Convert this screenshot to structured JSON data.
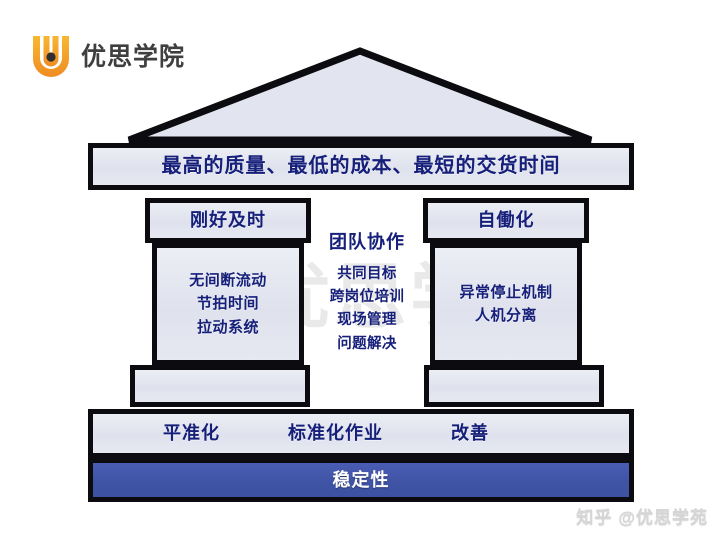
{
  "brand": {
    "logo_icon": "u-shield-logo-icon",
    "name": "优思学院"
  },
  "watermark": {
    "background_text": "优思学院",
    "background_icon": "u-shield-logo-icon",
    "corner_platform": "知乎",
    "corner_handle": "@优思学苑"
  },
  "diagram": {
    "type": "tps-house",
    "roof": {
      "shape": "triangle",
      "fill": "#e2e5ef",
      "stroke": "#0c0c10"
    },
    "goal_banner": {
      "text": "最高的质量、最低的成本、最短的交货时间"
    },
    "pillars": [
      {
        "id": "jit",
        "title": "刚好及时",
        "items": [
          "无间断流动",
          "节拍时间",
          "拉动系统"
        ]
      },
      {
        "id": "jidoka",
        "title": "自働化",
        "items": [
          "异常停止机制",
          "人机分离"
        ]
      }
    ],
    "center": {
      "title": "团队协作",
      "items": [
        "共同目标",
        "跨岗位培训",
        "现场管理",
        "问题解决"
      ]
    },
    "foundation": {
      "items": [
        "平准化",
        "标准化作业",
        "改善"
      ]
    },
    "base": {
      "text": "稳定性"
    }
  },
  "colors": {
    "text_blue": "#16207a",
    "box_fill": "#e2e4ee",
    "outline": "#0c0c10",
    "base_blue": "#4158ad",
    "brand_orange": "#f5a623",
    "brand_gray": "#3f3f3f"
  }
}
